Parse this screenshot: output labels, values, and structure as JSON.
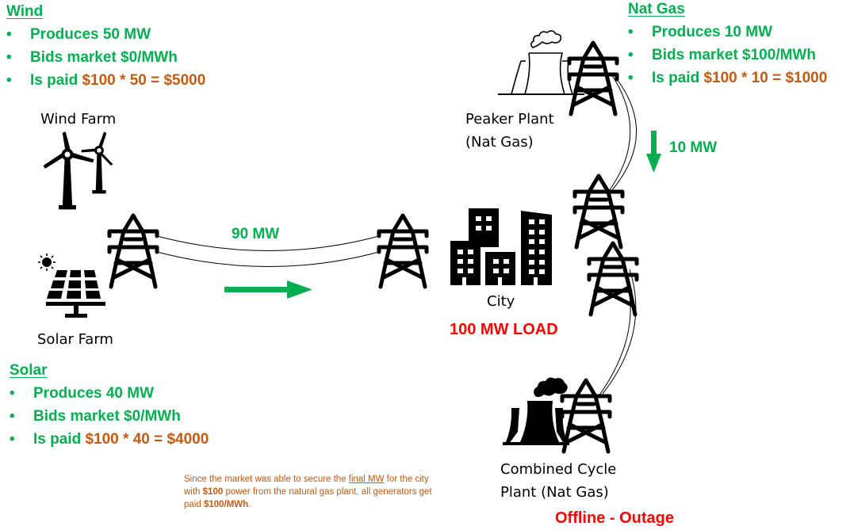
{
  "wind": {
    "heading": "Wind",
    "bullets": [
      {
        "text": "Produces 50 MW",
        "highlight": ""
      },
      {
        "text": "Bids market $0/MWh",
        "highlight": ""
      },
      {
        "text": "Is paid ",
        "highlight": "$100 * 50 = $5000"
      }
    ],
    "icon_label": "Wind Farm"
  },
  "solar": {
    "heading": "Solar",
    "bullets": [
      {
        "text": "Produces 40 MW",
        "highlight": ""
      },
      {
        "text": "Bids market $0/MWh",
        "highlight": ""
      },
      {
        "text": "Is paid ",
        "highlight": "$100 * 40 = $4000"
      }
    ],
    "icon_label": "Solar Farm"
  },
  "natgas": {
    "heading": "Nat Gas",
    "bullets": [
      {
        "text": "Produces 10 MW",
        "highlight": ""
      },
      {
        "text": "Bids market $100/MWh",
        "highlight": ""
      },
      {
        "text": "Is paid ",
        "highlight": "$100 * 10 = $1000"
      }
    ]
  },
  "bullet_char": "•",
  "peaker": {
    "line1": "Peaker Plant",
    "line2": "(Nat Gas)"
  },
  "combined": {
    "line1": "Combined Cycle",
    "line2": "Plant (Nat Gas)",
    "status": "Offline - Outage"
  },
  "city": {
    "label": "City",
    "load": "100 MW LOAD"
  },
  "flows": {
    "main": "90 MW",
    "peaker": "10 MW"
  },
  "note": {
    "part1": "Since the market was able to secure the ",
    "underlined": "final MW",
    "part2": " for the city with ",
    "bold1": "$100",
    "part3": " power from the natural gas plant, all generators get paid ",
    "bold2": "$100/MWh",
    "part4": "."
  },
  "colors": {
    "green": "#00b050",
    "orange": "#c55a11",
    "red": "#ff0000",
    "black": "#000000"
  }
}
